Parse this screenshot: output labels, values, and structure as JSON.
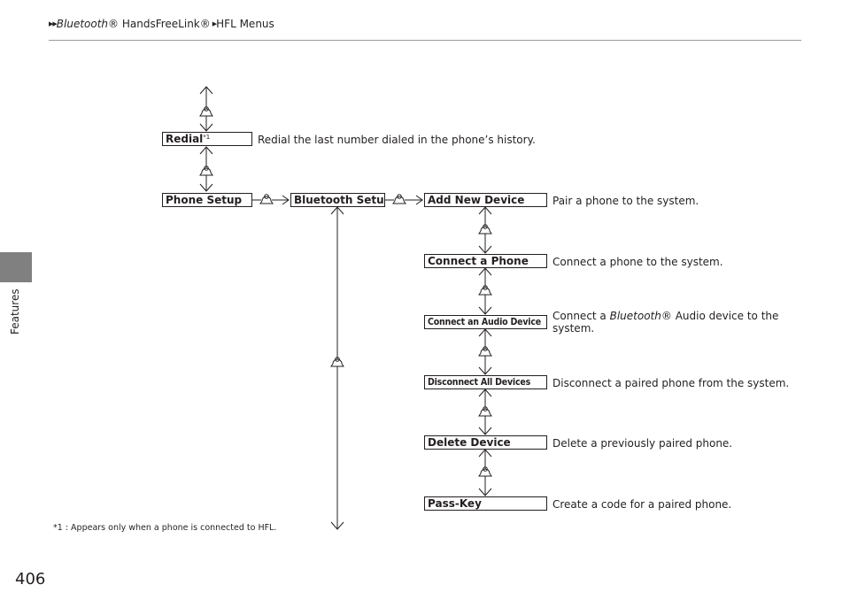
{
  "header": {
    "crumb_1": "Bluetooth",
    "crumb_1_suffix": "® HandsFreeLink®",
    "crumb_2": "HFL Menus"
  },
  "side_tab": {
    "label": "Features"
  },
  "menu": {
    "redial": {
      "label": "Redial",
      "mark": "*1",
      "desc": "Redial the last number dialed in the phone’s history."
    },
    "phone_setup": {
      "label": "Phone Setup"
    },
    "bluetooth_setup": {
      "label": "Bluetooth Setup"
    },
    "add_new_device": {
      "label": "Add New Device",
      "desc": "Pair a phone to the system."
    },
    "connect_phone": {
      "label": "Connect a Phone",
      "desc": "Connect a phone to the system."
    },
    "connect_audio": {
      "label": "Connect an Audio Device",
      "desc_pre": "Connect a ",
      "desc_italic": "Bluetooth",
      "desc_post": "® Audio device to the system."
    },
    "disconnect_all": {
      "label": "Disconnect All Devices",
      "desc": "Disconnect a paired phone from the system."
    },
    "delete_device": {
      "label": "Delete Device",
      "desc": "Delete a previously paired phone."
    },
    "pass_key": {
      "label": "Pass-Key",
      "desc": "Create a code for a paired phone."
    }
  },
  "footnote": "*1 : Appears only when a phone is connected to HFL.",
  "page_number": "406"
}
